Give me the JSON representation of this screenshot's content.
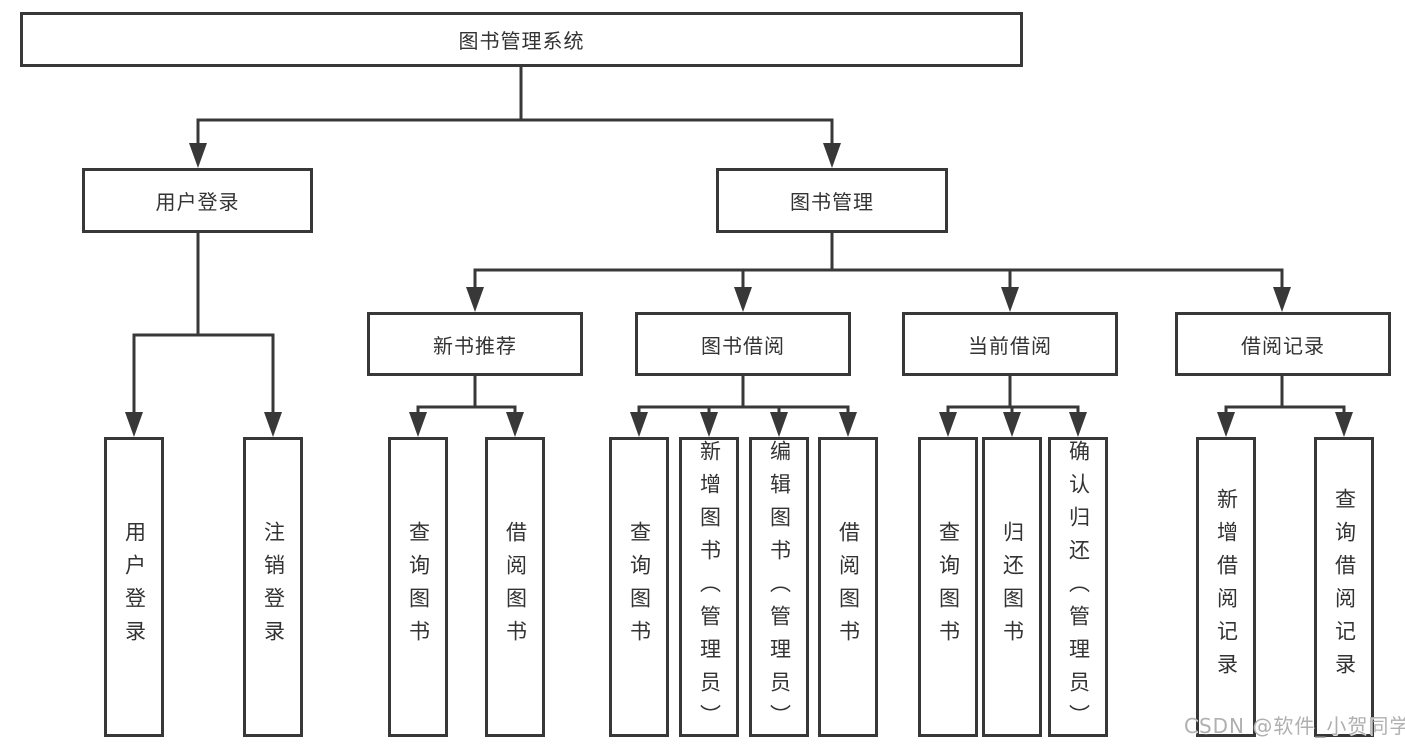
{
  "tree": {
    "root": {
      "label": "图书管理系统"
    },
    "user_login": {
      "label": "用户登录",
      "children": [
        "用户登录",
        "注销登录"
      ]
    },
    "book_mgmt": {
      "label": "图书管理",
      "groups": {
        "new_books": {
          "label": "新书推荐",
          "children": [
            "查询图书",
            "借阅图书"
          ]
        },
        "book_borrow": {
          "label": "图书借阅",
          "children": [
            "查询图书",
            "新增图书（管理员）",
            "编辑图书（管理员）",
            "借阅图书"
          ]
        },
        "current_borrow": {
          "label": "当前借阅",
          "children": [
            "查询图书",
            "归还图书",
            "确认归还（管理员）"
          ]
        },
        "borrow_records": {
          "label": "借阅记录",
          "children": [
            "新增借阅记录",
            "查询借阅记录"
          ]
        }
      }
    }
  },
  "watermark": "CSDN @软件_小贺同学",
  "colors": {
    "line": "#383838",
    "text": "#333333",
    "box_background": "#ffffff",
    "watermark": "#b0b0b0"
  }
}
